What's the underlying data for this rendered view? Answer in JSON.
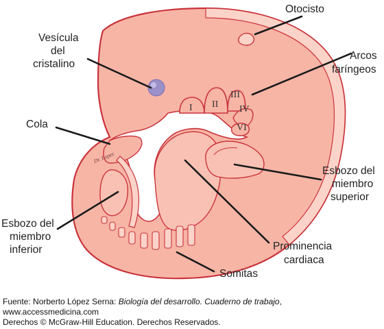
{
  "colors": {
    "outline": "#c9333b",
    "body_fill": "#f7b5a6",
    "body_light": "#fbd3c8",
    "shadow": "#e79a8b",
    "eye": "#9b90c8",
    "leader": "#1a1a1a"
  },
  "labels": {
    "otocisto": "Otocisto",
    "vesicula_line1": "Vesícula",
    "vesicula_line2": "del",
    "vesicula_line3": "cristalino",
    "arcos_line1": "Arcos",
    "arcos_line2": "faríngeos",
    "cola": "Cola",
    "esbozo_sup_line1": "Esbozo del",
    "esbozo_sup_line2": "miembro",
    "esbozo_sup_line3": "superior",
    "esbozo_inf_line1": "Esbozo del",
    "esbozo_inf_line2": "miembro",
    "esbozo_inf_line3": "inferior",
    "prominencia_line1": "Prominencia",
    "prominencia_line2": "cardiaca",
    "somitas": "Somitas"
  },
  "arches": {
    "i": "I",
    "ii": "II",
    "iii": "III",
    "iv": "IV",
    "vi": "VI"
  },
  "artist_signature": "Dr. Lopez",
  "caption": {
    "source_prefix": "Fuente: Norberto López Serna: ",
    "source_title": "Biología del desarrollo. Cuaderno de trabajo",
    "source_suffix": ",",
    "website": "www.accessmedicina.com",
    "rights": "Derechos © McGraw-Hill Education. Derechos Reservados."
  }
}
